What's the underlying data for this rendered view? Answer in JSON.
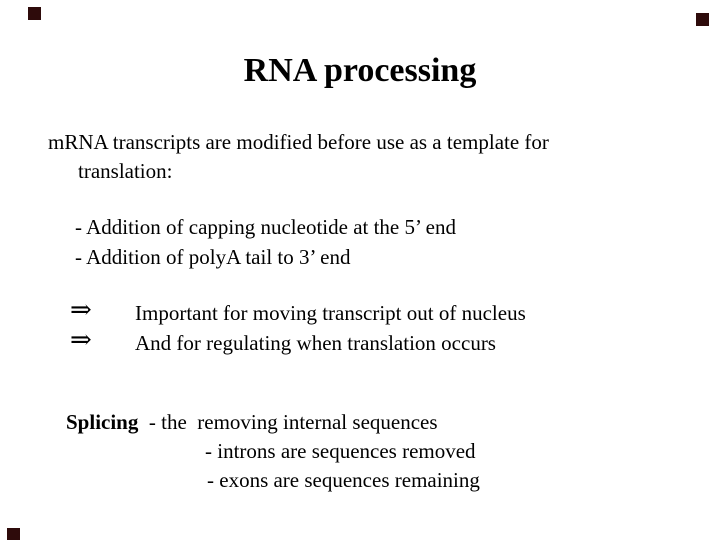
{
  "slide": {
    "colors": {
      "background": "#ffffff",
      "text": "#000000",
      "corner_marker": "#2e0b0b"
    },
    "title": "RNA processing",
    "intro_line_1": "mRNA transcripts are modified before use as a template for",
    "intro_line_2": "translation:",
    "modification_bullets": [
      "- Addition of capping nucleotide at the 5’ end",
      "- Addition of polyA tail to 3’ end"
    ],
    "arrow_symbol": "⇒",
    "implication_lines": [
      "Important for moving transcript out of nucleus",
      "And for regulating when translation occurs"
    ],
    "splicing_term": "Splicing",
    "splicing_definition": "  - the  removing internal sequences",
    "splicing_subpoints": [
      "- introns are sequences removed",
      "- exons are sequences remaining"
    ]
  }
}
